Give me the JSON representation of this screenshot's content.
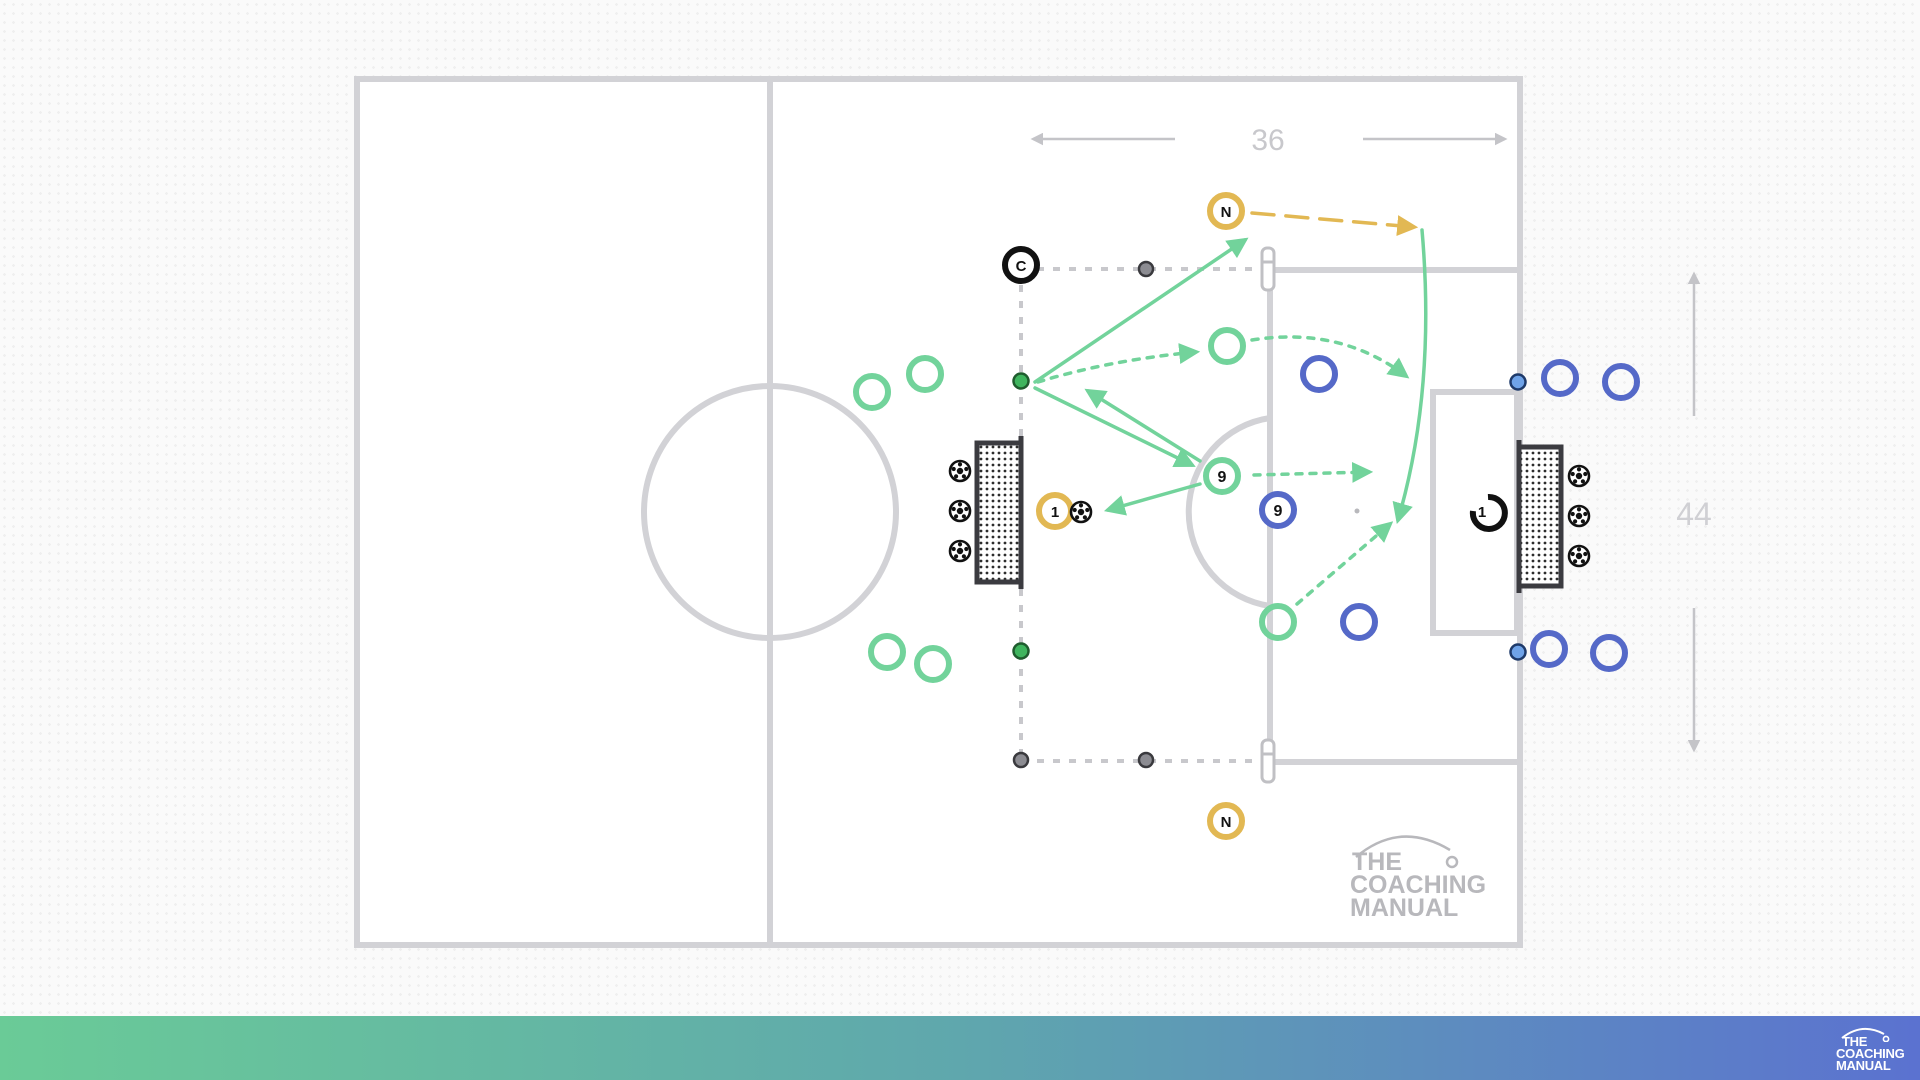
{
  "pitch": {
    "dimensions": {
      "length": "36",
      "width": "44"
    }
  },
  "players": {
    "coach": {
      "label": "C"
    },
    "neutrals": [
      {
        "label": "N"
      },
      {
        "label": "N"
      }
    ],
    "green_nine": {
      "label": "9"
    },
    "blue_nine": {
      "label": "9"
    },
    "yellow_keeper": {
      "label": "1"
    },
    "black_keeper": {
      "label": "1"
    }
  },
  "branding": {
    "watermark": [
      "THE",
      "COACHING",
      "MANUAL"
    ],
    "footer_logo": [
      "THE",
      "COACHING",
      "MANUAL"
    ]
  },
  "colors": {
    "green": "#72d39b",
    "blue": "#5569c8",
    "yellow": "#e2b853",
    "pitch_lines": "#d2d2d6",
    "black": "#111111",
    "watermark": "#b8b8bc"
  }
}
